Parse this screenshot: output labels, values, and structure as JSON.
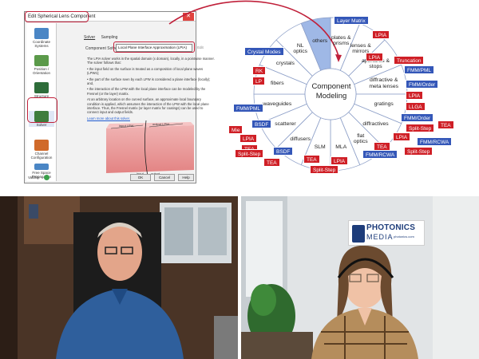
{
  "dialog": {
    "title": "Edit Spherical Lens Component",
    "close_glyph": "✕",
    "tabs": [
      "Solver",
      "Sampling"
    ],
    "solver_label": "Component Solver",
    "solver_value": "Local Plane Interface Approximation (LPIA)",
    "edit_label": "Edit",
    "sidebar": [
      "Coordinate Systems",
      "Position / Orientation",
      "Structure",
      "Solver",
      "Channel Configuration",
      "Free Space Propagation"
    ],
    "description": [
      "The LPIA solver works in the spatial domain (x domain), locally, in a pointwise manner. The solver follows that:",
      "• the input field on the surface is treated as a composition of local plane waves (LPWs);",
      "• the part of the surface seen by each LPW is considered a plane interface (locally); and,",
      "• the interaction of the LPW with the local plane interface can be modeled by the Fresnel (or the layer) matrix.",
      "At an arbitrary location on the curved surface, an approximate local boundary condition is applied, which assumes the interaction of the LPW with the local plane interface. Thus, the Fresnel matrix (or layer matrix for coatings) can be used to connect input and output fields.",
      "Learn more about this solver."
    ],
    "figure_labels": {
      "input": "input LPW",
      "output": "output LPW",
      "input_sub": "input",
      "output_sub": "output"
    },
    "validity_label": "Validity:",
    "buttons": {
      "ok": "OK",
      "cancel": "Cancel",
      "help": "Help"
    }
  },
  "wheel": {
    "center": [
      "Component",
      "Modeling"
    ],
    "sectors": [
      {
        "label": [
          "plates &",
          "prisms"
        ]
      },
      {
        "label": [
          "lenses &",
          "mirrors"
        ]
      },
      {
        "label": [
          "apertures &",
          "stops"
        ]
      },
      {
        "label": [
          "diffractive &",
          "meta lenses"
        ]
      },
      {
        "label": [
          "gratings"
        ]
      },
      {
        "label": [
          "diffractives"
        ]
      },
      {
        "label": [
          "flat",
          "optics"
        ]
      },
      {
        "label": [
          "MLA"
        ]
      },
      {
        "label": [
          "SLM"
        ]
      },
      {
        "label": [
          "diffusers"
        ]
      },
      {
        "label": [
          "scatterer"
        ]
      },
      {
        "label": [
          "waveguides"
        ]
      },
      {
        "label": [
          "fibers"
        ]
      },
      {
        "label": [
          "crystals"
        ]
      },
      {
        "label": [
          "NL",
          "optics"
        ]
      },
      {
        "label": [
          "others"
        ]
      }
    ],
    "tags": [
      {
        "text": "Layer Matrix",
        "color": "blue"
      },
      {
        "text": "LPIA",
        "color": "red"
      },
      {
        "text": "LPIA",
        "color": "red"
      },
      {
        "text": "Truncation",
        "color": "red"
      },
      {
        "text": "FMM/PML",
        "color": "blue"
      },
      {
        "text": "FMM/Order",
        "color": "blue"
      },
      {
        "text": "LPIA",
        "color": "red"
      },
      {
        "text": "LLGA",
        "color": "red"
      },
      {
        "text": "FMM/Order",
        "color": "blue"
      },
      {
        "text": "Split-Step",
        "color": "red"
      },
      {
        "text": "TEA",
        "color": "red"
      },
      {
        "text": "LPIA",
        "color": "red"
      },
      {
        "text": "FMM/RCWA",
        "color": "blue"
      },
      {
        "text": "Split-Step",
        "color": "red"
      },
      {
        "text": "TEA",
        "color": "red"
      },
      {
        "text": "FMM/RCWA",
        "color": "blue"
      },
      {
        "text": "LPIA",
        "color": "red"
      },
      {
        "text": "TEA",
        "color": "red"
      },
      {
        "text": "Split-Step",
        "color": "red"
      },
      {
        "text": "TEA",
        "color": "red"
      },
      {
        "text": "BSDF",
        "color": "blue"
      },
      {
        "text": "LPIA",
        "color": "red"
      },
      {
        "text": "TEA",
        "color": "red"
      },
      {
        "text": "Split-Step",
        "color": "red"
      },
      {
        "text": "Mie",
        "color": "red"
      },
      {
        "text": "BSDF",
        "color": "blue"
      },
      {
        "text": "FMM/PML",
        "color": "blue"
      },
      {
        "text": "LP",
        "color": "red"
      },
      {
        "text": "RK",
        "color": "red"
      },
      {
        "text": "Crystal Modes",
        "color": "blue"
      }
    ],
    "colors": {
      "blue": "#3457b8",
      "red": "#cf1f26",
      "ring": "#cfd9ef",
      "ring_border": "#8ea0c8",
      "highlight": "#9fb8e6",
      "arrow": "#c0203a"
    }
  },
  "video": {
    "right_sign": {
      "line1": "PHOTONICS",
      "line2": "MEDIA",
      "line3": "photonics.com"
    }
  }
}
